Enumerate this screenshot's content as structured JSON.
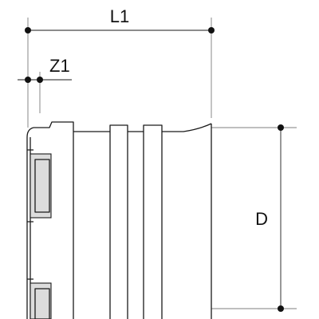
{
  "dimensions": {
    "length_label": "L1",
    "insertion_label": "Z1",
    "diameter_label": "D"
  },
  "colors": {
    "stroke": "#1a1a1a",
    "shade": "#dcdcdc",
    "background": "#ffffff"
  }
}
